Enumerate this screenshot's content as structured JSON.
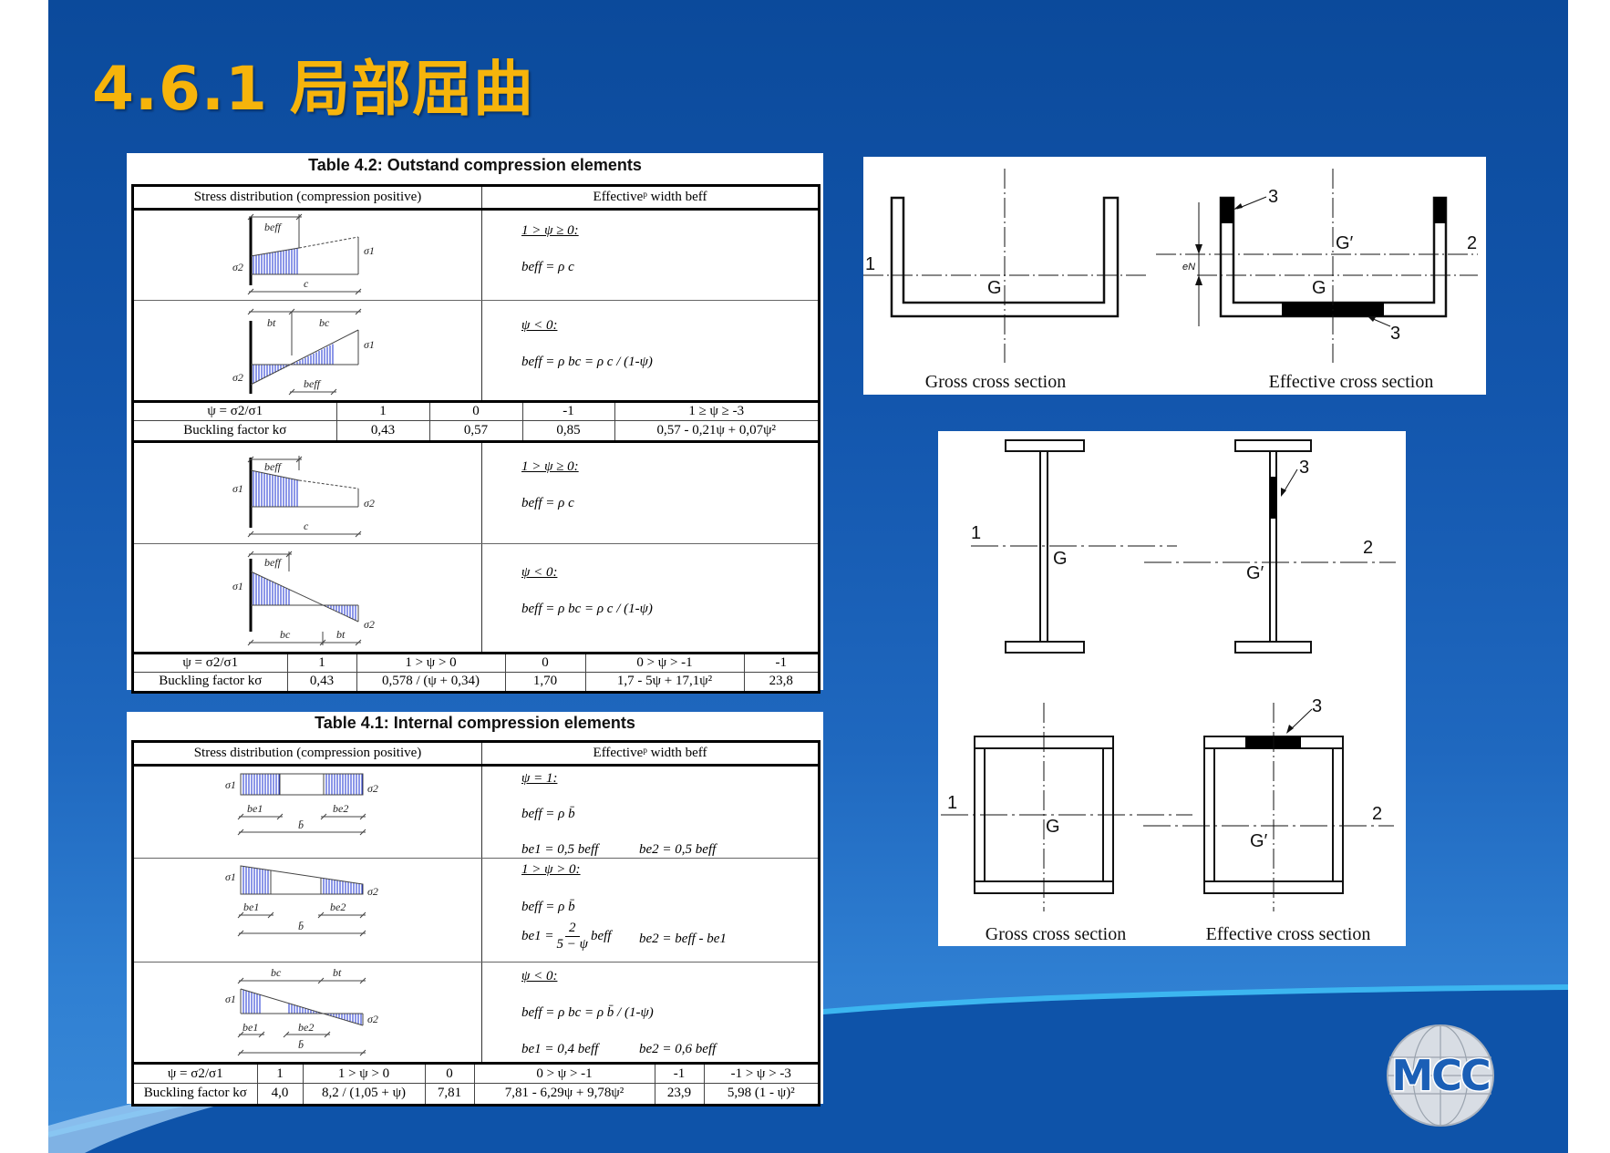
{
  "title": "4.6.1 局部屈曲",
  "colors": {
    "title": "#f6b40b",
    "background": "#1356ad",
    "hatch": "#1a2fd0"
  },
  "table_outstand": {
    "caption": "Table 4.2:  Outstand compression elements",
    "header": {
      "stress": "Stress distribution (compression positive)",
      "width": "Effectiveᵖ width beff"
    },
    "rows": [
      {
        "cond": "1 > ψ ≥ 0:",
        "formula": "beff = ρ c",
        "labels": {
          "s_left": "σ2",
          "s_right": "σ1",
          "dim_top": "beff",
          "dim_bottom": "c"
        }
      },
      {
        "cond": "ψ < 0:",
        "formula": "beff = ρ bc = ρ c / (1-ψ)",
        "labels": {
          "s_left": "σ2",
          "s_right": "σ1",
          "dim_a": "bt",
          "dim_b": "bc",
          "dim_bottom": "beff"
        }
      },
      {
        "cond": "1 > ψ ≥ 0:",
        "formula": "beff = ρ c",
        "labels": {
          "s_left": "σ1",
          "s_right": "σ2",
          "dim_top": "beff",
          "dim_bottom": "c"
        }
      },
      {
        "cond": "ψ < 0:",
        "formula": "beff = ρ bc = ρ c / (1-ψ)",
        "labels": {
          "s_left": "σ1",
          "s_right": "σ2",
          "dim_top": "beff",
          "dim_a": "bc",
          "dim_b": "bt"
        }
      }
    ],
    "k_table_1": {
      "psi": [
        "ψ = σ2/σ1",
        "1",
        "0",
        "-1",
        "1 ≥ ψ ≥ -3"
      ],
      "k": [
        "Buckling factor kσ",
        "0,43",
        "0,57",
        "0,85",
        "0,57 - 0,21ψ + 0,07ψ²"
      ]
    },
    "k_table_2": {
      "psi": [
        "ψ = σ2/σ1",
        "1",
        "1 > ψ > 0",
        "0",
        "0 > ψ > -1",
        "-1"
      ],
      "k": [
        "Buckling factor kσ",
        "0,43",
        "0,578 / (ψ + 0,34)",
        "1,70",
        "1,7 - 5ψ + 17,1ψ²",
        "23,8"
      ]
    }
  },
  "table_internal": {
    "caption": "Table 4.1:  Internal compression elements",
    "header": {
      "stress": "Stress distribution (compression positive)",
      "width": "Effectiveᵖ width beff"
    },
    "rows": [
      {
        "cond": "ψ = 1:",
        "formula": "beff = ρ b̄",
        "be1": "be1 = 0,5 beff",
        "be2": "be2 = 0,5 beff",
        "labels": {
          "s_left": "σ1",
          "s_right": "σ2",
          "d1": "be1",
          "d2": "be2",
          "dbar": "b̄"
        }
      },
      {
        "cond": "1 > ψ > 0:",
        "formula": "beff = ρ b̄",
        "be1_lhs": "be1 =",
        "be1_num": "2",
        "be1_den": "5 − ψ",
        "be1_rhs": "beff",
        "be2": "be2 = beff - be1",
        "labels": {
          "s_left": "σ1",
          "s_right": "σ2",
          "d1": "be1",
          "d2": "be2",
          "dbar": "b̄"
        }
      },
      {
        "cond": "ψ < 0:",
        "formula": "beff = ρ bc = ρ b̄ / (1-ψ)",
        "be1": "be1 = 0,4 beff",
        "be2": "be2 = 0,6 beff",
        "labels": {
          "s_left": "σ1",
          "s_right": "σ2",
          "dc": "bc",
          "dt": "bt",
          "d1": "be1",
          "d2": "be2",
          "dbar": "b̄"
        }
      }
    ],
    "k_table": {
      "psi": [
        "ψ = σ2/σ1",
        "1",
        "1 > ψ > 0",
        "0",
        "0 > ψ > -1",
        "-1",
        "-1 > ψ > -3"
      ],
      "k": [
        "Buckling factor kσ",
        "4,0",
        "8,2 / (1,05 + ψ)",
        "7,81",
        "7,81 - 6,29ψ + 9,78ψ²",
        "23,9",
        "5,98 (1 - ψ)²"
      ]
    }
  },
  "channel_figure": {
    "axis_gross": "1",
    "centroid_gross": "G",
    "axis_eff": "2",
    "centroid_eff": "G′",
    "centroid_orig": "G",
    "shift": "eN",
    "ineffective": "3",
    "caption_gross": "Gross cross section",
    "caption_eff": "Effective cross section"
  },
  "section_figure": {
    "axis_gross": "1",
    "centroid_gross": "G",
    "axis_eff": "2",
    "centroid_eff": "G′",
    "ineffective": "3",
    "caption_gross": "Gross cross section",
    "caption_eff": "Effective cross section"
  },
  "logo": {
    "text": "MCC"
  }
}
